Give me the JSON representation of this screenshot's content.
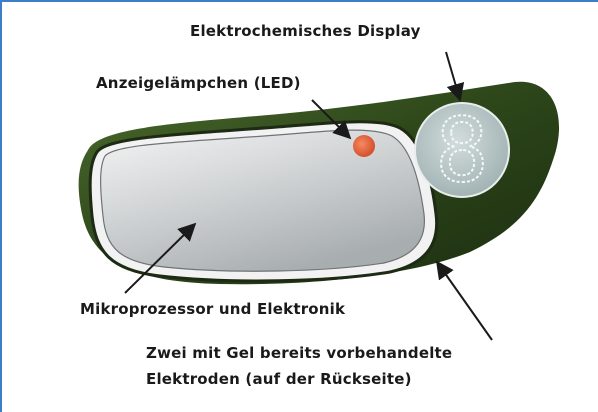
{
  "labels": {
    "display": "Elektrochemisches Display",
    "led": "Anzeigelämpchen (LED)",
    "micro": "Mikroprozessor und Elektronik",
    "electrodes_line1": "Zwei mit Gel bereits vorbehandelte",
    "electrodes_line2": "Elektroden (auf der Rückseite)"
  },
  "display_digit": "8",
  "colors": {
    "frame_border": "#3e7ec6",
    "device_body": "#2e4a1c",
    "panel": "#cfd3d4",
    "led": "#e4603a",
    "display_face": "#b9c7c8"
  }
}
